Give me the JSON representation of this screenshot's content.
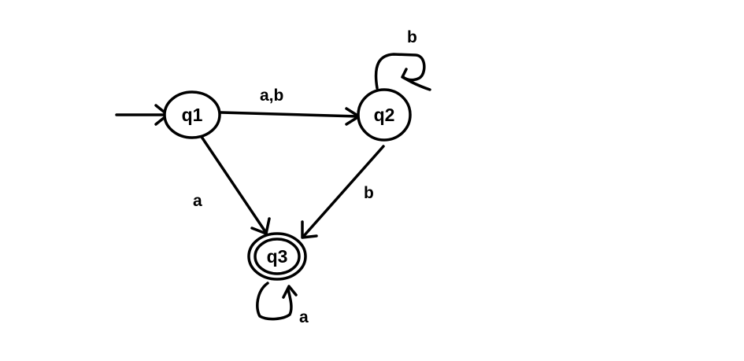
{
  "diagram": {
    "states": [
      {
        "id": "q1",
        "label": "q1",
        "initial": true,
        "accepting": false
      },
      {
        "id": "q2",
        "label": "q2",
        "initial": false,
        "accepting": false
      },
      {
        "id": "q3",
        "label": "q3",
        "initial": false,
        "accepting": true
      }
    ],
    "transitions": [
      {
        "from": "q1",
        "to": "q2",
        "label": "a,b"
      },
      {
        "from": "q1",
        "to": "q3",
        "label": "a"
      },
      {
        "from": "q2",
        "to": "q3",
        "label": "b"
      },
      {
        "from": "q2",
        "to": "q2",
        "label": "b"
      },
      {
        "from": "q3",
        "to": "q3",
        "label": "a"
      }
    ]
  }
}
